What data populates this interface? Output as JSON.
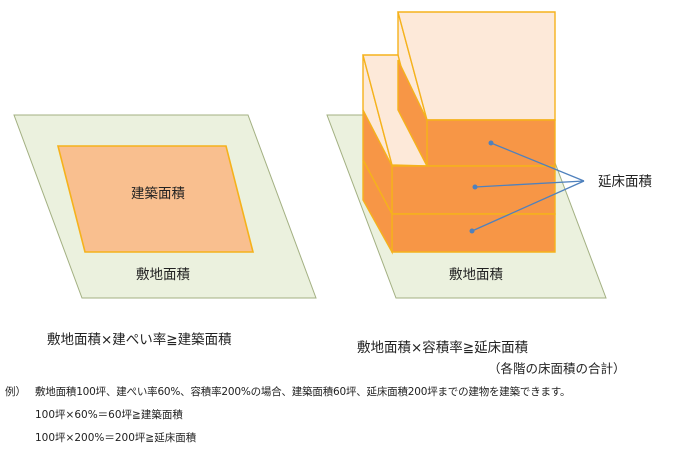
{
  "diagram": {
    "left_site_label": "敷地面積",
    "building_area_label": "建築面積",
    "right_site_label": "敷地面積",
    "total_floor_area_label": "延床面積"
  },
  "formulas": {
    "coverage": "敷地面積×建ぺい率≧建築面積",
    "floor_ratio": "敷地面積×容積率≧延床面積",
    "floor_ratio_note": "（各階の床面積の合計）"
  },
  "example": {
    "prefix": "例）",
    "line1": "敷地面積100坪、建ぺい率60%、容積率200%の場合、建築面積60坪、延床面積200坪までの建物を建築できます。",
    "line2": "100坪×60%＝60坪≧建築面積",
    "line3": "100坪×200%＝200坪≧延床面積"
  },
  "colors": {
    "site_fill": "#ebf1de",
    "site_stroke": "#a3b082",
    "building_fill": "#f9bf8f",
    "building_stroke": "#f5b21c",
    "floor_fill": "#f79646",
    "upper_light": "#fde9d9",
    "pointer_line": "#4f81bd"
  }
}
